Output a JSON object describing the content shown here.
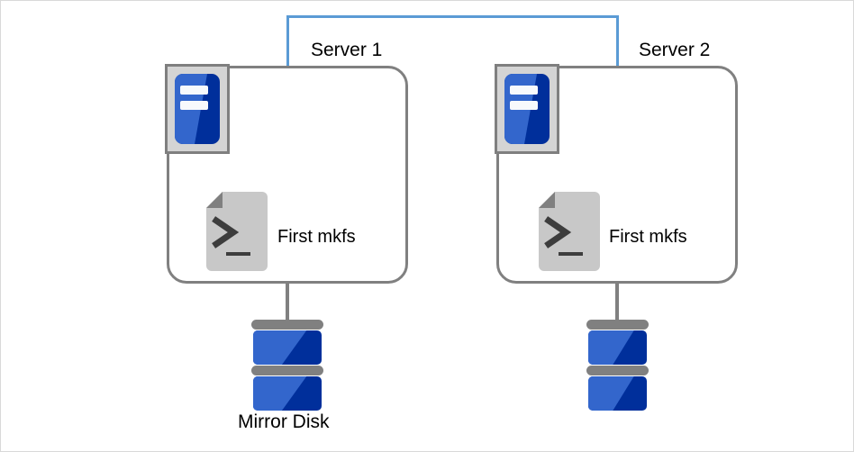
{
  "diagram": {
    "type": "cluster-mirror-disk-diagram",
    "background_color": "#ffffff",
    "border_color": "#d9d9d9",
    "interconnect": {
      "name": "interconnect-link",
      "color": "#5b9bd5"
    },
    "palette": {
      "box_outline": "#808080",
      "server_icon_frame": "#7f7f7f",
      "server_icon_fill": "#d4d4d4",
      "blue_dark": "#002f9b",
      "blue_light": "#3366cc",
      "doc_body": "#c8c8c8",
      "doc_fold": "#808080",
      "wire": "#808080",
      "text": "#000000"
    },
    "nodes": [
      {
        "id": "server-1",
        "label": "Server 1",
        "server_icon_name": "server-rack-icon",
        "script_icon_name": "terminal-script-icon",
        "script_label": "First mkfs",
        "disk": {
          "name": "mirror-disk-left",
          "caption": "Mirror Disk",
          "platters": 2
        }
      },
      {
        "id": "server-2",
        "label": "Server 2",
        "server_icon_name": "server-rack-icon",
        "script_icon_name": "terminal-script-icon",
        "script_label": "First mkfs",
        "disk": {
          "name": "mirror-disk-right",
          "caption": "",
          "platters": 2
        }
      }
    ]
  }
}
